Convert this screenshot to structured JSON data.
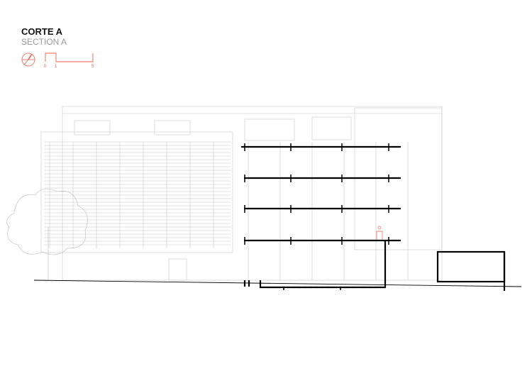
{
  "title": "CORTE A",
  "subtitle": "SECTION A",
  "scale": {
    "labels": [
      "0",
      "1",
      "5"
    ],
    "color": "#e8604c"
  },
  "icons": {
    "north": "north-arrow-icon"
  },
  "colors": {
    "section": "#000000",
    "elevation": "#c8c8c8",
    "accent": "#e8604c"
  }
}
